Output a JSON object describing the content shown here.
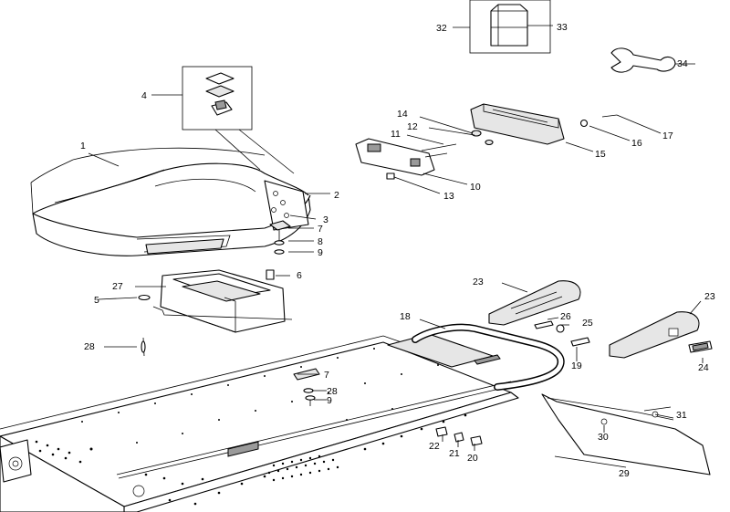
{
  "callouts": [
    {
      "id": "c1",
      "label": "1"
    },
    {
      "id": "c2",
      "label": "2"
    },
    {
      "id": "c3",
      "label": "3"
    },
    {
      "id": "c4",
      "label": "4"
    },
    {
      "id": "c5",
      "label": "5"
    },
    {
      "id": "c6",
      "label": "6"
    },
    {
      "id": "c7a",
      "label": "7"
    },
    {
      "id": "c7b",
      "label": "7"
    },
    {
      "id": "c8",
      "label": "8"
    },
    {
      "id": "c9a",
      "label": "9"
    },
    {
      "id": "c9b",
      "label": "9"
    },
    {
      "id": "c10",
      "label": "10"
    },
    {
      "id": "c11",
      "label": "11"
    },
    {
      "id": "c12",
      "label": "12"
    },
    {
      "id": "c13",
      "label": "13"
    },
    {
      "id": "c14",
      "label": "14"
    },
    {
      "id": "c15",
      "label": "15"
    },
    {
      "id": "c16",
      "label": "16"
    },
    {
      "id": "c17",
      "label": "17"
    },
    {
      "id": "c18",
      "label": "18"
    },
    {
      "id": "c19",
      "label": "19"
    },
    {
      "id": "c20",
      "label": "20"
    },
    {
      "id": "c21",
      "label": "21"
    },
    {
      "id": "c22",
      "label": "22"
    },
    {
      "id": "c23a",
      "label": "23"
    },
    {
      "id": "c23b",
      "label": "23"
    },
    {
      "id": "c24",
      "label": "24"
    },
    {
      "id": "c25",
      "label": "25"
    },
    {
      "id": "c26",
      "label": "26"
    },
    {
      "id": "c27",
      "label": "27"
    },
    {
      "id": "c28a",
      "label": "28"
    },
    {
      "id": "c28b",
      "label": "28"
    },
    {
      "id": "c29",
      "label": "29"
    },
    {
      "id": "c30",
      "label": "30"
    },
    {
      "id": "c31",
      "label": "31"
    },
    {
      "id": "c32",
      "label": "32"
    },
    {
      "id": "c33",
      "label": "33"
    },
    {
      "id": "c34",
      "label": "34"
    }
  ]
}
